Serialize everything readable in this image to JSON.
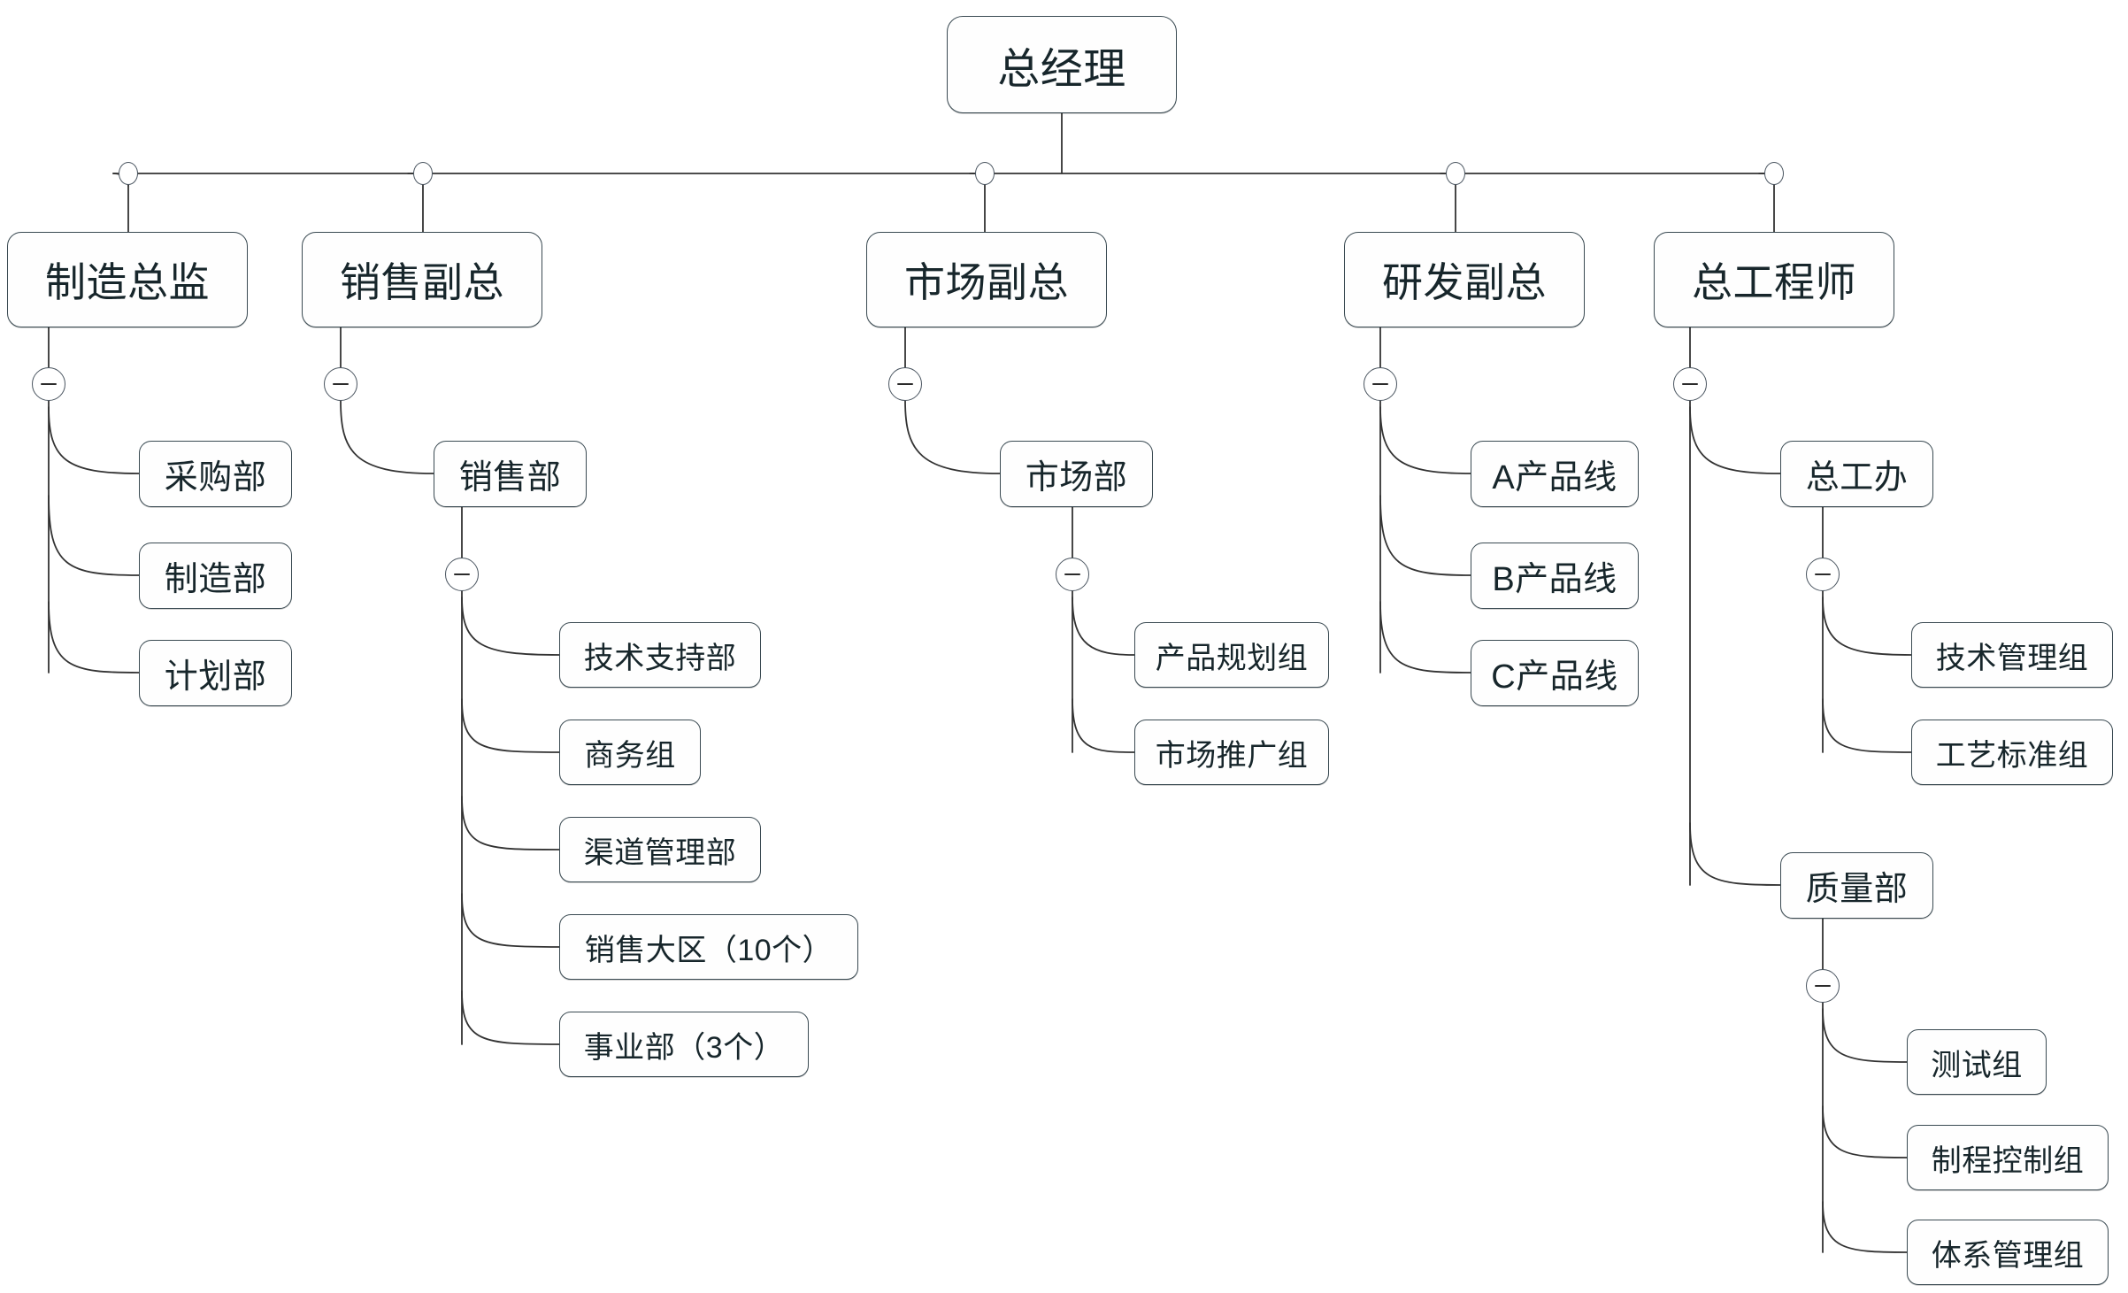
{
  "diagram": {
    "title": "组织架构图",
    "type": "org-chart",
    "orientation": "top-down-then-right",
    "background_color": "#ffffff",
    "node_border_color": "#3a4a52",
    "node_fill_color": "#fefefe",
    "text_color": "#17262b",
    "connector_color": "#333333"
  },
  "nodes": {
    "root": {
      "label": "总经理",
      "level": 1
    },
    "manufacturing": {
      "label": "制造总监",
      "level": 2
    },
    "sales_vp": {
      "label": "销售副总",
      "level": 2
    },
    "market_vp": {
      "label": "市场副总",
      "level": 2
    },
    "rd_vp": {
      "label": "研发副总",
      "level": 2
    },
    "chief_engineer": {
      "label": "总工程师",
      "level": 2
    },
    "purchasing": {
      "label": "采购部",
      "level": 3
    },
    "manufacture_dept": {
      "label": "制造部",
      "level": 3
    },
    "planning": {
      "label": "计划部",
      "level": 3
    },
    "sales_dept": {
      "label": "销售部",
      "level": 3
    },
    "tech_support": {
      "label": "技术支持部",
      "level": 4
    },
    "business_group": {
      "label": "商务组",
      "level": 4
    },
    "channel_mgmt": {
      "label": "渠道管理部",
      "level": 4
    },
    "sales_region": {
      "label": "销售大区（10个）",
      "level": 4
    },
    "business_unit": {
      "label": "事业部（3个）",
      "level": 4
    },
    "market_dept": {
      "label": "市场部",
      "level": 3
    },
    "product_planning": {
      "label": "产品规划组",
      "level": 4
    },
    "market_promo": {
      "label": "市场推广组",
      "level": 4
    },
    "product_a": {
      "label": "A产品线",
      "level": 3
    },
    "product_b": {
      "label": "B产品线",
      "level": 3
    },
    "product_c": {
      "label": "C产品线",
      "level": 3
    },
    "chief_office": {
      "label": "总工办",
      "level": 3
    },
    "tech_mgmt": {
      "label": "技术管理组",
      "level": 4
    },
    "process_std": {
      "label": "工艺标准组",
      "level": 4
    },
    "quality_dept": {
      "label": "质量部",
      "level": 3
    },
    "test_group": {
      "label": "测试组",
      "level": 4
    },
    "process_ctrl": {
      "label": "制程控制组",
      "level": 4
    },
    "system_mgmt": {
      "label": "体系管理组",
      "level": 4
    }
  },
  "toggles": {
    "collapse_glyph": "minus",
    "branch_point_glyph": "circle"
  },
  "hierarchy": [
    {
      "parent": "root",
      "children": [
        "manufacturing",
        "sales_vp",
        "market_vp",
        "rd_vp",
        "chief_engineer"
      ]
    },
    {
      "parent": "manufacturing",
      "children": [
        "purchasing",
        "manufacture_dept",
        "planning"
      ]
    },
    {
      "parent": "sales_vp",
      "children": [
        "sales_dept"
      ]
    },
    {
      "parent": "sales_dept",
      "children": [
        "tech_support",
        "business_group",
        "channel_mgmt",
        "sales_region",
        "business_unit"
      ]
    },
    {
      "parent": "market_vp",
      "children": [
        "market_dept"
      ]
    },
    {
      "parent": "market_dept",
      "children": [
        "product_planning",
        "market_promo"
      ]
    },
    {
      "parent": "rd_vp",
      "children": [
        "product_a",
        "product_b",
        "product_c"
      ]
    },
    {
      "parent": "chief_engineer",
      "children": [
        "chief_office",
        "quality_dept"
      ]
    },
    {
      "parent": "chief_office",
      "children": [
        "tech_mgmt",
        "process_std"
      ]
    },
    {
      "parent": "quality_dept",
      "children": [
        "test_group",
        "process_ctrl",
        "system_mgmt"
      ]
    }
  ]
}
